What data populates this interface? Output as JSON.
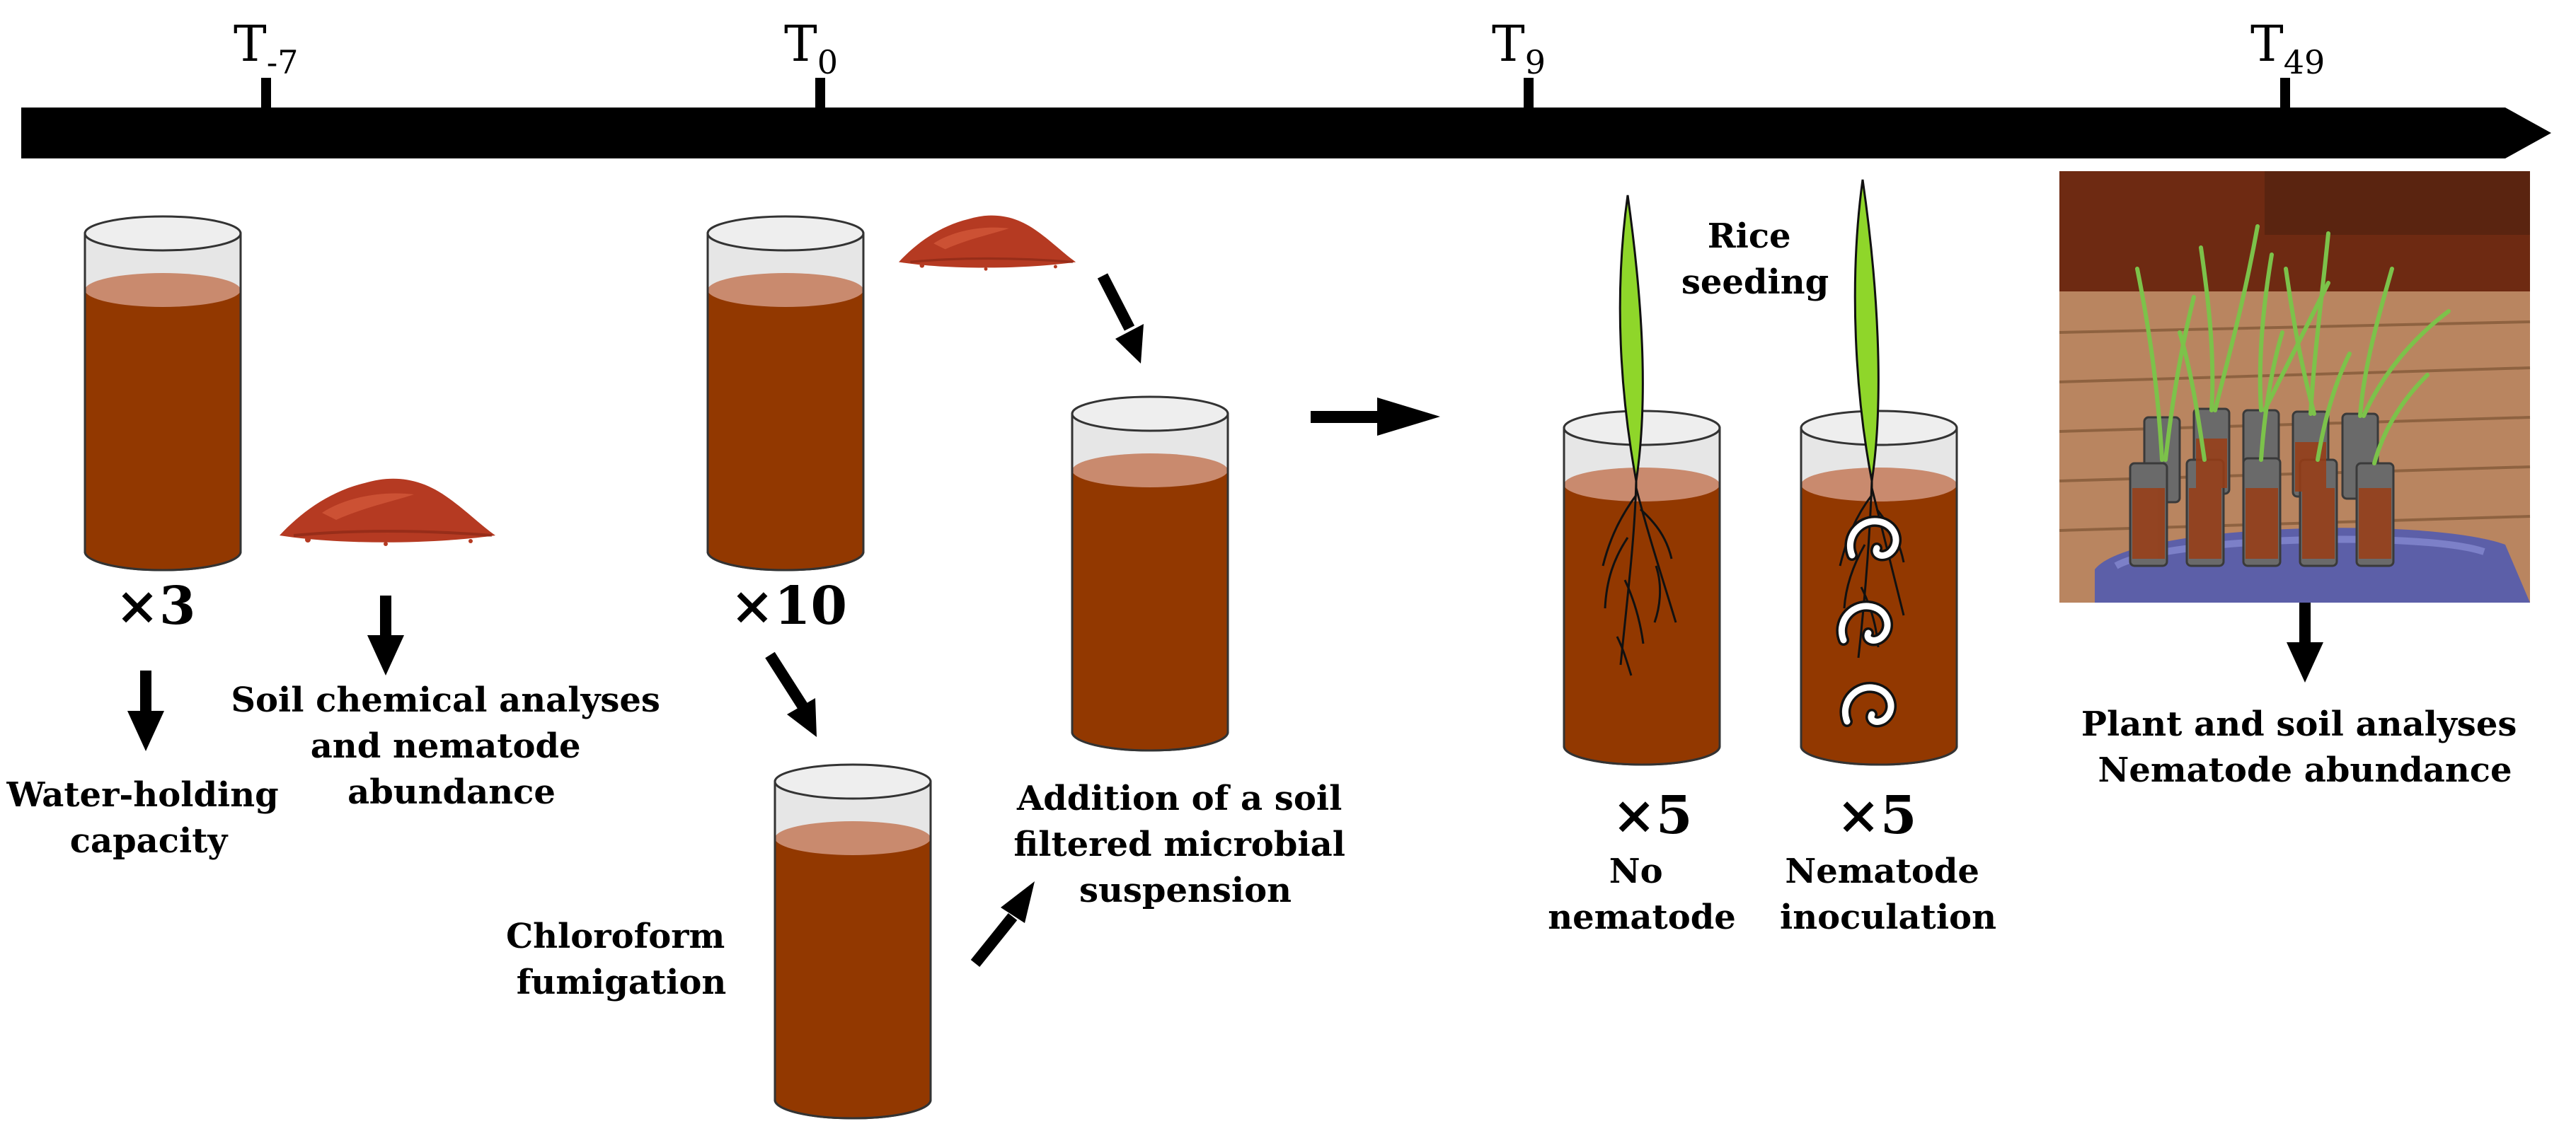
{
  "timeline": {
    "ticks": [
      {
        "base": "T",
        "sub": "-7"
      },
      {
        "base": "T",
        "sub": "0"
      },
      {
        "base": "T",
        "sub": "9"
      },
      {
        "base": "T",
        "sub": "49"
      }
    ]
  },
  "multipliers": {
    "x3": "×3",
    "x10": "×10",
    "x5_a": "×5",
    "x5_b": "×5"
  },
  "labels": {
    "water_holding": [
      "Water-holding",
      "capacity"
    ],
    "soil_chem": [
      "Soil chemical analyses",
      "and nematode",
      "abundance"
    ],
    "chloroform": [
      "Chloroform",
      "fumigation"
    ],
    "addition": [
      "Addition of a soil",
      "filtered microbial",
      "suspension"
    ],
    "rice": [
      "Rice",
      "seeding"
    ],
    "no_nematode": [
      "No",
      "nematode"
    ],
    "inoculation": [
      "Nematode",
      "inoculation"
    ],
    "plant_soil": [
      "Plant and soil analyses",
      "Nematode abundance"
    ]
  },
  "colors": {
    "soil": "#923800",
    "soil_top": "#c98a6e",
    "glass": "#e6e6e6",
    "leaf": "#8fd62a",
    "powder": "#b53a22"
  }
}
